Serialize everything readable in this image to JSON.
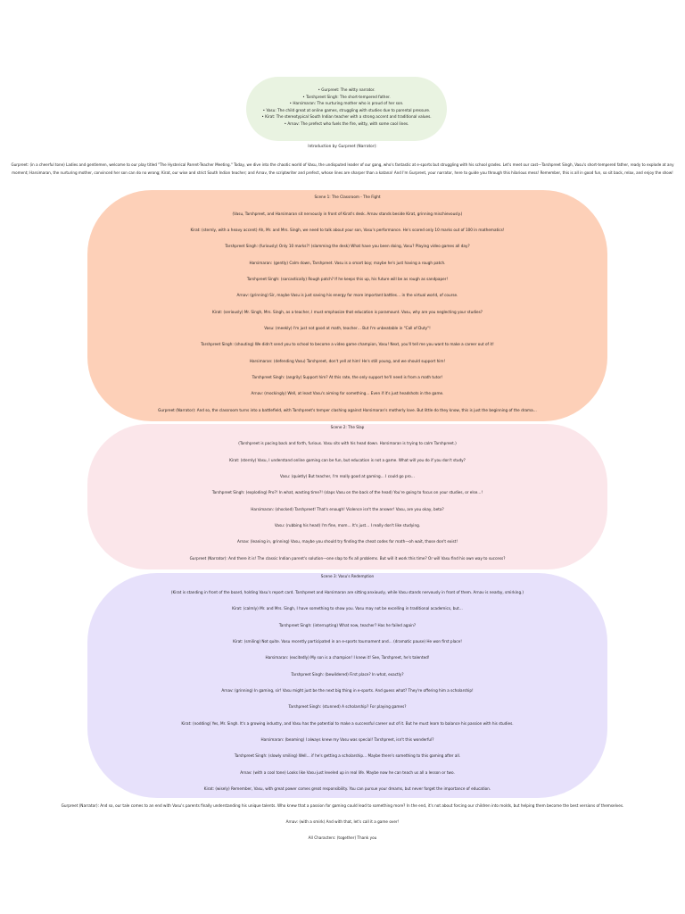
{
  "cast": [
    "Gurpreet: The witty narrator.",
    "Tarshpreet Singh: The short-tempered father.",
    "Harsimaran: The nurturing mother who is proud of her son.",
    "Vasu: The child great at online games, struggling with studies due to parental pressure.",
    "Kirat: The stereotypical South Indian teacher with a strong accent and traditional values.",
    "Arnav: The prefect who fuels the fire, witty, with some cool lines."
  ],
  "intro": {
    "title": "Introduction by Gurpreet (Narrator):",
    "paragraph": "Gurpreet: (in a cheerful tone) Ladies and gentlemen, welcome to our play titled \"The Hysterical Parent-Teacher Meeting.\" Today, we dive into the chaotic world of Vasu, the undisputed leader of our gang, who's fantastic at e-sports but struggling with his school grades. Let's meet our cast—Tarshpreet Singh, Vasu's short-tempered father, ready to explode at any moment; Harsimaran, the nurturing mother, convinced her son can do no wrong; Kirat, our wise and strict South Indian teacher; and Arnav, the scriptwriter and prefect, whose lines are sharper than a katana! And I'm Gurpreet, your narrator, here to guide you through this hilarious mess! Remember, this is all in good fun, so sit back, relax, and enjoy the show!"
  },
  "scene1": {
    "title": "Scene 1: The Classroom - The Fight",
    "lines": [
      "(Vasu, Tarshpreet, and Harsimaran sit nervously in front of Kirat's desk. Arnav stands beside Kirat, grinning mischievously.)",
      "Kirat: (sternly, with a heavy accent) Ah, Mr. and Mrs. Singh, we need to talk about your son, Vasu's performance. He's scored only 10 marks out of 100 in mathematics!",
      "Tarshpreet Singh: (furiously) Only 10 marks?! (slamming the desk) What have you been doing, Vasu? Playing video games all day?",
      "Harsimaran: (gently) Calm down, Tarshpreet. Vasu is a smart boy; maybe he's just having a rough patch.",
      "Tarshpreet Singh: (sarcastically) Rough patch? If he keeps this up, his future will be as rough as sandpaper!",
      "Arnav: (grinning) Sir, maybe Vasu is just saving his energy for more important battles… in the virtual world, of course.",
      "Kirat: (seriously) Mr. Singh, Mrs. Singh, as a teacher, I must emphasize that education is paramount. Vasu, why are you neglecting your studies?",
      "Vasu: (meekly) I'm just not good at math, teacher… But I'm unbeatable in \"Call of Duty\"!",
      "Tarshpreet Singh: (shouting) We didn't send you to school to become a video game champion, Vasu! Next, you'll tell me you want to make a career out of it!",
      "Harsimaran: (defending Vasu) Tarshpreet, don't yell at him! He's still young, and we should support him!",
      "Tarshpreet Singh: (angrily) Support him? At this rate, the only support he'll need is from a math tutor!",
      "Arnav: (mockingly) Well, at least Vasu's aiming for something… Even if it's just headshots in the game.",
      "Gurpreet (Narrator): And so, the classroom turns into a battlefield, with Tarshpreet's temper clashing against Harsimaran's motherly love. But little do they know, this is just the beginning of the drama…"
    ]
  },
  "scene2": {
    "title": "Scene 2: The Slap",
    "lines": [
      "(Tarshpreet is pacing back and forth, furious. Vasu sits with his head down. Harsimaran is trying to calm Tarshpreet.)",
      "Kirat: (sternly) Vasu, I understand online gaming can be fun, but education is not a game. What will you do if you don't study?",
      "Vasu: (quietly) But teacher, I'm really good at gaming… I could go pro…",
      "Tarshpreet Singh: (exploding) Pro?! In what, wasting time?! (slaps Vasu on the back of the head) You're going to focus on your studies, or else…!",
      "Harsimaran: (shocked) Tarshpreet! That's enough! Violence isn't the answer! Vasu, are you okay, beta?",
      "Vasu: (rubbing his head) I'm fine, mom… It's just… I really don't like studying.",
      "Arnav: (leaning in, grinning) Vasu, maybe you should try finding the cheat codes for math—oh wait, those don't exist!",
      "Gurpreet (Narrator): And there it is! The classic Indian parent's solution—one slap to fix all problems. But will it work this time? Or will Vasu find his own way to success?"
    ]
  },
  "scene3": {
    "title": "Scene 3: Vasu's Redemption",
    "lines": [
      "(Kirat is standing in front of the board, holding Vasu's report card. Tarshpreet and Harsimaran are sitting anxiously, while Vasu stands nervously in front of them. Arnav is nearby, smirking.)",
      "Kirat: (calmly) Mr. and Mrs. Singh, I have something to show you. Vasu may not be excelling in traditional academics, but…",
      "Tarshpreet Singh: (interrupting) What now, teacher? Has he failed again?",
      "Kirat: (smiling) Not quite. Vasu recently participated in an e-sports tournament and… (dramatic pause) He won first place!",
      "Harsimaran: (excitedly) My son is a champion! I knew it! See, Tarshpreet, he's talented!",
      "Tarshpreet Singh: (bewildered) First place? In what, exactly?",
      "Arnav: (grinning) In gaming, sir! Vasu might just be the next big thing in e-sports. And guess what? They're offering him a scholarship!",
      "Tarshpreet Singh: (stunned) A scholarship? For playing games?",
      "Kirat: (nodding) Yes, Mr. Singh. It's a growing industry, and Vasu has the potential to make a successful career out of it. But he must learn to balance his passion with his studies.",
      "Harsimaran: (beaming) I always knew my Vasu was special! Tarshpreet, isn't this wonderful?",
      "Tarshpreet Singh: (slowly smiling) Well… if he's getting a scholarship… Maybe there's something to this gaming after all.",
      "Arnav: (with a cool tone) Looks like Vasu just leveled up in real life. Maybe now he can teach us all a lesson or two.",
      "Kirat: (wisely) Remember, Vasu, with great power comes great responsibility. You can pursue your dreams, but never forget the importance of education."
    ]
  },
  "outro": [
    "Gurpreet (Narrator): And so, our tale comes to an end with Vasu's parents finally understanding his unique talents. Who knew that a passion for gaming could lead to something more? In the end, it's not about forcing our children into molds, but helping them become the best versions of themselves.",
    "Arnav: (with a smirk) And with that, let's call it a game over!",
    "All Characters: (together) Thank you"
  ]
}
